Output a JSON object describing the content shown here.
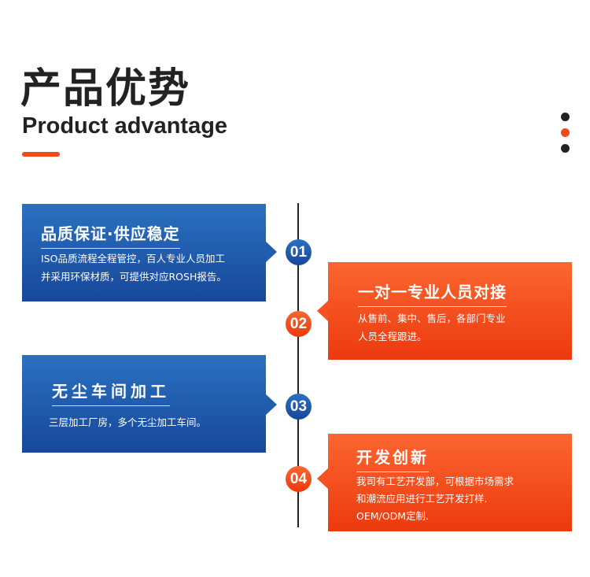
{
  "header": {
    "title_cn": "产品优势",
    "title_en": "Product advantage"
  },
  "colors": {
    "blue": "#1f5cae",
    "orange": "#f04a18",
    "dark": "#222222"
  },
  "items": [
    {
      "num": "01",
      "title": "品质保证·供应稳定",
      "lines": [
        "ISO品质流程全程管控，百人专业人员加工",
        "并采用环保材质，可提供对应ROSH报告。"
      ]
    },
    {
      "num": "02",
      "title": "一对一专业人员对接",
      "lines": [
        "从售前、集中、售后，各部门专业",
        "人员全程跟进。"
      ]
    },
    {
      "num": "03",
      "title": "无尘车间加工",
      "lines": [
        "三层加工厂房，多个无尘加工车间。"
      ]
    },
    {
      "num": "04",
      "title": "开发创新",
      "lines": [
        "我司有工艺开发部，可根据市场需求",
        "和潮流应用进行工艺开发打样.",
        "OEM/ODM定制."
      ]
    }
  ]
}
